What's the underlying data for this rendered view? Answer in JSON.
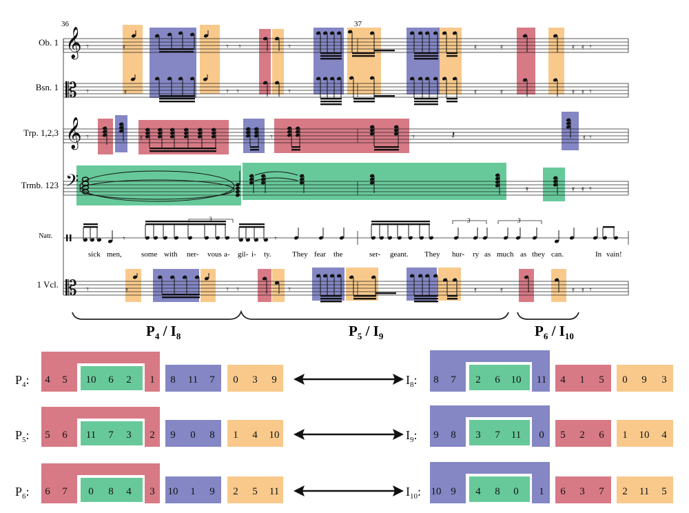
{
  "measures": [
    "36",
    "37"
  ],
  "instruments": [
    "Ob. 1",
    "Bsn. 1",
    "Trp. 1,2,3",
    "Trmb. 123",
    "Natr.",
    "1 Vcl."
  ],
  "lyrics": [
    "sick",
    "men,",
    "some",
    "with",
    "ner-",
    "vous",
    "a-",
    "gil-",
    "i-",
    "ty.",
    "They",
    "fear",
    "the",
    "ser-",
    "geant.",
    "They",
    "hur-",
    "ry",
    "as",
    "much",
    "as",
    "they",
    "can.",
    "In",
    "vain!"
  ],
  "tuplet": "3",
  "brackets": [
    {
      "main": "P",
      "sub1": "4",
      "sep": " / ",
      "main2": "I",
      "sub2": "8"
    },
    {
      "main": "P",
      "sub1": "5",
      "sep": " / ",
      "main2": "I",
      "sub2": "9"
    },
    {
      "main": "P",
      "sub1": "6",
      "sep": " / ",
      "main2": "I",
      "sub2": "10"
    }
  ],
  "colors": {
    "red": "#d77a85",
    "blue": "#8487c4",
    "orange": "#f8c98b",
    "green": "#67c99a"
  },
  "rows": [
    {
      "left": {
        "name": "P",
        "sub": "4",
        "colon": ":",
        "red_outer": [
          "4",
          "5"
        ],
        "green": [
          "10",
          "6",
          "2"
        ],
        "red_end": "1",
        "blue": [
          "8",
          "11",
          "7"
        ],
        "orange": [
          "0",
          "3",
          "9"
        ]
      },
      "right": {
        "name": "I",
        "sub": "8",
        "colon": ":",
        "blue_outer": [
          "8",
          "7"
        ],
        "green": [
          "2",
          "6",
          "10"
        ],
        "blue_end": "11",
        "red": [
          "4",
          "1",
          "5"
        ],
        "orange": [
          "0",
          "9",
          "3"
        ]
      }
    },
    {
      "left": {
        "name": "P",
        "sub": "5",
        "colon": ":",
        "red_outer": [
          "5",
          "6"
        ],
        "green": [
          "11",
          "7",
          "3"
        ],
        "red_end": "2",
        "blue": [
          "9",
          "0",
          "8"
        ],
        "orange": [
          "1",
          "4",
          "10"
        ]
      },
      "right": {
        "name": "I",
        "sub": "9",
        "colon": ":",
        "blue_outer": [
          "9",
          "8"
        ],
        "green": [
          "3",
          "7",
          "11"
        ],
        "blue_end": "0",
        "red": [
          "5",
          "2",
          "6"
        ],
        "orange": [
          "1",
          "10",
          "4"
        ]
      }
    },
    {
      "left": {
        "name": "P",
        "sub": "6",
        "colon": ":",
        "red_outer": [
          "6",
          "7"
        ],
        "green": [
          "0",
          "8",
          "4"
        ],
        "red_end": "3",
        "blue": [
          "10",
          "1",
          "9"
        ],
        "orange": [
          "2",
          "5",
          "11"
        ]
      },
      "right": {
        "name": "I",
        "sub": "10",
        "colon": ":",
        "blue_outer": [
          "10",
          "9"
        ],
        "green": [
          "4",
          "8",
          "0"
        ],
        "blue_end": "1",
        "red": [
          "6",
          "3",
          "7"
        ],
        "orange": [
          "2",
          "11",
          "5"
        ]
      }
    }
  ]
}
